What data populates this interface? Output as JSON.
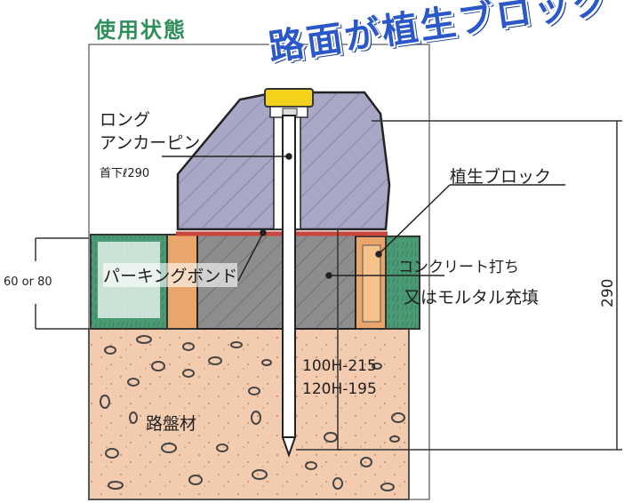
{
  "header": {
    "title": "使用状態",
    "banner": "路面が植生ブロック"
  },
  "labels": {
    "anchor_line1": "ロング",
    "anchor_line2": "アンカーピン",
    "anchor_sub": "首下ℓ290",
    "block": "植生ブロック",
    "concrete_line1": "コンクリート打ち",
    "concrete_line2": "又はモルタル充填",
    "parking_bond": "パーキングボンド",
    "depth_line1": "100H-215",
    "depth_line2": "120H-195",
    "base": "路盤材"
  },
  "dimensions": {
    "left": "60 or 80",
    "right": "290"
  },
  "colors": {
    "block": "#a9a7c6",
    "cap": "#f2d21b",
    "base": "#f3ccb0",
    "concrete": "#8d8d8d",
    "mortar": "#e9a56a",
    "grass": "#4a9a74",
    "bond": "#c8463c"
  }
}
